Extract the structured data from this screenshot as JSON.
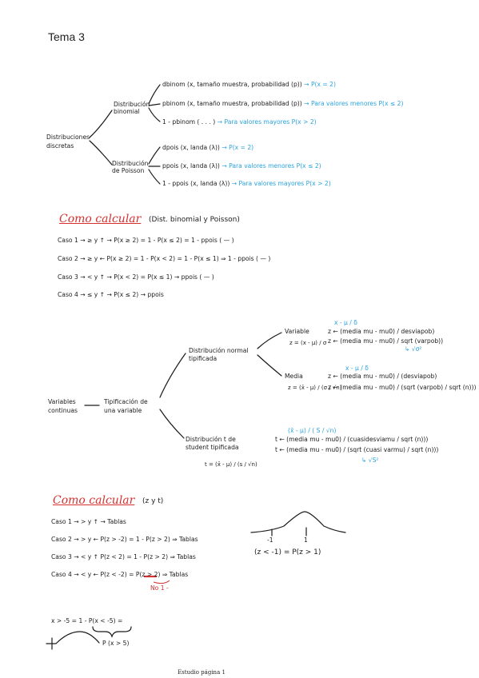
{
  "title": "Tema 3",
  "discretas": {
    "root": "Distribuciones discretas",
    "binomial_label": "Distribución binomial",
    "binomial": [
      {
        "formula": "dbinom (x, tamaño muestra, probabilidad (p))",
        "note": "P(x = 2)"
      },
      {
        "formula": "pbinom (x, tamaño muestra, probabilidad (p))",
        "note": "Para valores menores P(x ≤ 2)"
      },
      {
        "formula": "1 - pbinom ( . . . )",
        "note": "Para valores mayores P(x > 2)"
      }
    ],
    "poisson_label": "Distribución de Poisson",
    "poisson": [
      {
        "formula": "dpois (x, landa (λ))",
        "note": "P(x = 2)"
      },
      {
        "formula": "ppois (x, landa (λ))",
        "note": "Para valores menores P(x ≤ 2)"
      },
      {
        "formula": "1 - ppois (x, landa (λ))",
        "note": "Para valores mayores P(x > 2)"
      }
    ]
  },
  "como1": {
    "heading": "Como calcular",
    "sub": "(Dist. binomial y Poisson)",
    "cases": [
      "Caso 1 → ≥ y ↑ → P(x ≥ 2) = 1 - P(x ≤ 2) = 1 - ppois ( — )",
      "Caso 2 → ≥ y ← P(x ≥ 2) = 1 - P(x < 2) = 1 - P(x ≤ 1) ⇒ 1 - ppois ( — )",
      "Caso 3 → < y ↑ → P(x < 2) = P(x ≤ 1) → ppois ( — )",
      "Caso 4 → ≤ y ↑ → P(x ≤ 2) → ppois"
    ]
  },
  "continuas": {
    "root": "Variables continuas",
    "tipificacion": "Tipificación de una variable",
    "normal_label": "Distribución normal tipificada",
    "variable_label": "Variable",
    "variable_top": "x  -  μ  /  δ",
    "variable_eq": "z = (x - μ) / σ",
    "variable_r": [
      "z ← (media mu - mu0) / desviapob)",
      "z ← (media mu - mu0) / sqrt (varpob))"
    ],
    "variable_sqrt": "↳ √σ²",
    "media_label": "Media",
    "media_top": "x  -  μ  /  δ",
    "media_eq": "z = (x̄ - μ) / (σ / √n)",
    "media_r": [
      "z ← (media mu - mu0) / (desviapob)",
      "z ← (media mu - mu0) / (sqrt (varpob) / sqrt (n)))"
    ],
    "student_label": "Distribución t de student tipificada",
    "student_top": "(x̄  -  μ)  /  ( S  /  √n)",
    "student_eq": "t = (x̄ - μ) / (s / √n)",
    "student_r": [
      "t ← (media mu - mu0) / (cuasidesviamu / sqrt (n)))",
      "t ← (media mu - mu0) / (sqrt (cuasi varmu) / sqrt (n)))"
    ],
    "student_sqrt": "↳ √S²"
  },
  "como2": {
    "heading": "Como calcular",
    "sub": "(z y t)",
    "cases": [
      "Caso 1 → > y ↑ → Tablas",
      "Caso 2 → > y ← P(z > -2) = 1 - P(z > 2) ⇒ Tablas",
      "Caso 3 → < y ↑ P(z < 2) = 1 - P(z > 2) ⇒ Tablas",
      "Caso 4 → < y ← P(z < -2) = P(z > 2) ⇒ Tablas"
    ],
    "no_note": "No 1 -",
    "bell_left": "-1",
    "bell_right": "1",
    "bell_eq": "(z < -1)  =  P(z > 1)",
    "extra_eq": "x > -5 = 1 - P(x < -5) =",
    "extra_tail": "P (x > 5)"
  },
  "footer": "Estudio página 1",
  "colors": {
    "accent_red": "#d63030",
    "note_blue": "#2aa3dd",
    "ink": "#1a1a1a"
  }
}
